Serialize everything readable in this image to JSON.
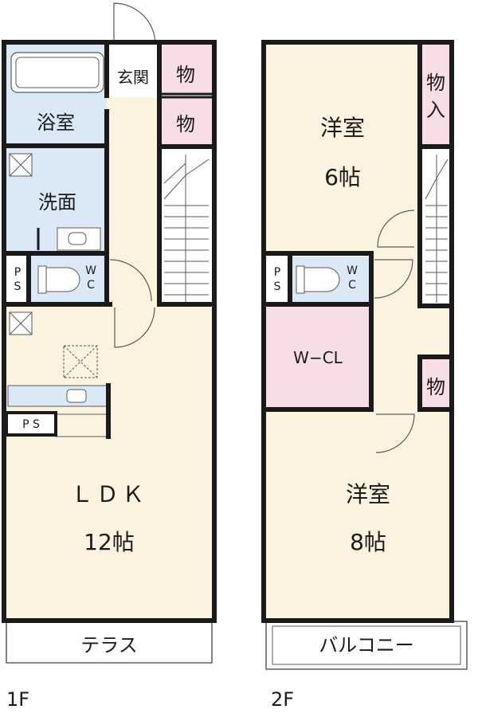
{
  "colors": {
    "wall": "#1a1a1a",
    "floor_living": "#fbf3df",
    "floor_wet": "#dbe8f5",
    "floor_storage": "#f7dde6",
    "balcony": "#ffffff",
    "fixture": "#ffffff",
    "line": "#5a5a5a"
  },
  "floor1": {
    "label": "1F",
    "rooms": {
      "bath": "浴室",
      "washroom": "洗面",
      "entrance": "玄関",
      "storage_top": "物",
      "storage_mid": "物",
      "ps_upper": "P\nS",
      "wc": "W\nC",
      "ps_kitchen": "P S",
      "ldk_name": "ＬＤＫ",
      "ldk_size": "12帖",
      "terrace": "テラス"
    }
  },
  "floor2": {
    "label": "2F",
    "rooms": {
      "western_top_name": "洋室",
      "western_top_size": "6帖",
      "closet_top": "物\n入",
      "ps": "P\nS",
      "wc": "W\nC",
      "wcl": "W−CL",
      "storage": "物",
      "western_bottom_name": "洋室",
      "western_bottom_size": "8帖",
      "balcony": "バルコニー"
    }
  }
}
